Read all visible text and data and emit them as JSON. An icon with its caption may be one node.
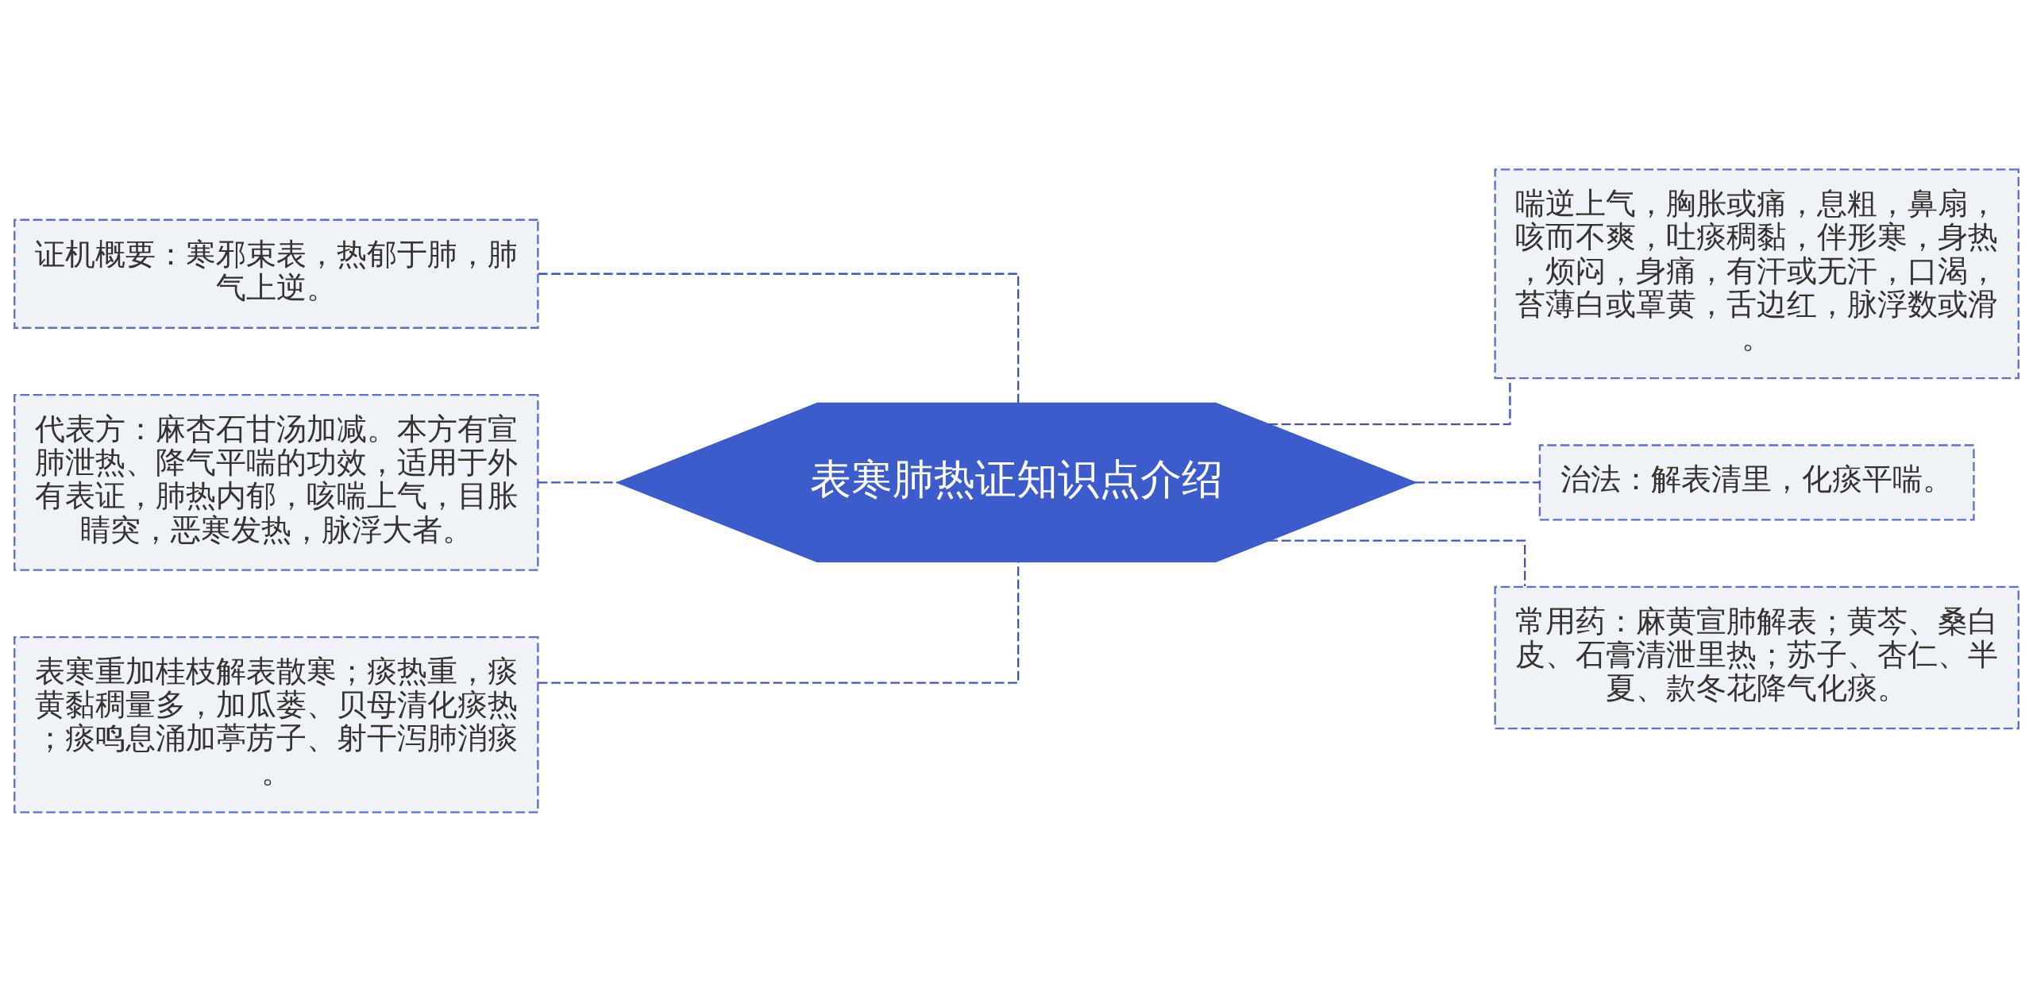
{
  "diagram": {
    "nodes": [
      {
        "text": [
          "表寒肺热证知识点介绍"
        ]
      },
      {
        "text": [
          "证机概要：寒邪束表，热郁于肺，肺气上逆。"
        ]
      },
      {
        "text": [
          "代表方：麻杏石甘汤加减。本方有宣肺泄热、降气平喘的功效，适用于外有表证，肺热内郁，咳喘上气，目胀睛突，恶寒发热，脉浮大者。"
        ]
      },
      {
        "text": [
          "表寒重加桂枝解表散寒；痰热重，痰黄黏稠量多，加瓜蒌、贝母清化痰热；痰鸣息涌加葶苈子、射干泻肺消痰。"
        ]
      },
      {
        "text": [
          "喘逆上气，胸胀或痛，息粗，鼻扇，咳而不爽，吐痰稠黏，伴形寒，身热，烦闷，身痛，有汗或无汗，口渴，苔薄白或罩黄，舌边红，脉浮数或滑。"
        ]
      },
      {
        "text": [
          "治法：解表清里，化痰平喘。"
        ]
      },
      {
        "text": [
          "常用药：麻黄宣肺解表；黄芩、桑白皮、石膏清泄里热；苏子、杏仁、半夏、款冬花降气化痰。"
        ]
      }
    ],
    "edges": [
      {
        "from": 0,
        "to": 1,
        "arrow": "none",
        "style": "dashed"
      },
      {
        "from": 0,
        "to": 2,
        "arrow": "none",
        "style": "dashed"
      },
      {
        "from": 0,
        "to": 3,
        "arrow": "none",
        "style": "dashed"
      },
      {
        "from": 0,
        "to": 4,
        "arrow": "none",
        "style": "dashed"
      },
      {
        "from": 0,
        "to": 5,
        "arrow": "none",
        "style": "dashed"
      },
      {
        "from": 0,
        "to": 6,
        "arrow": "none",
        "style": "dashed"
      }
    ]
  }
}
